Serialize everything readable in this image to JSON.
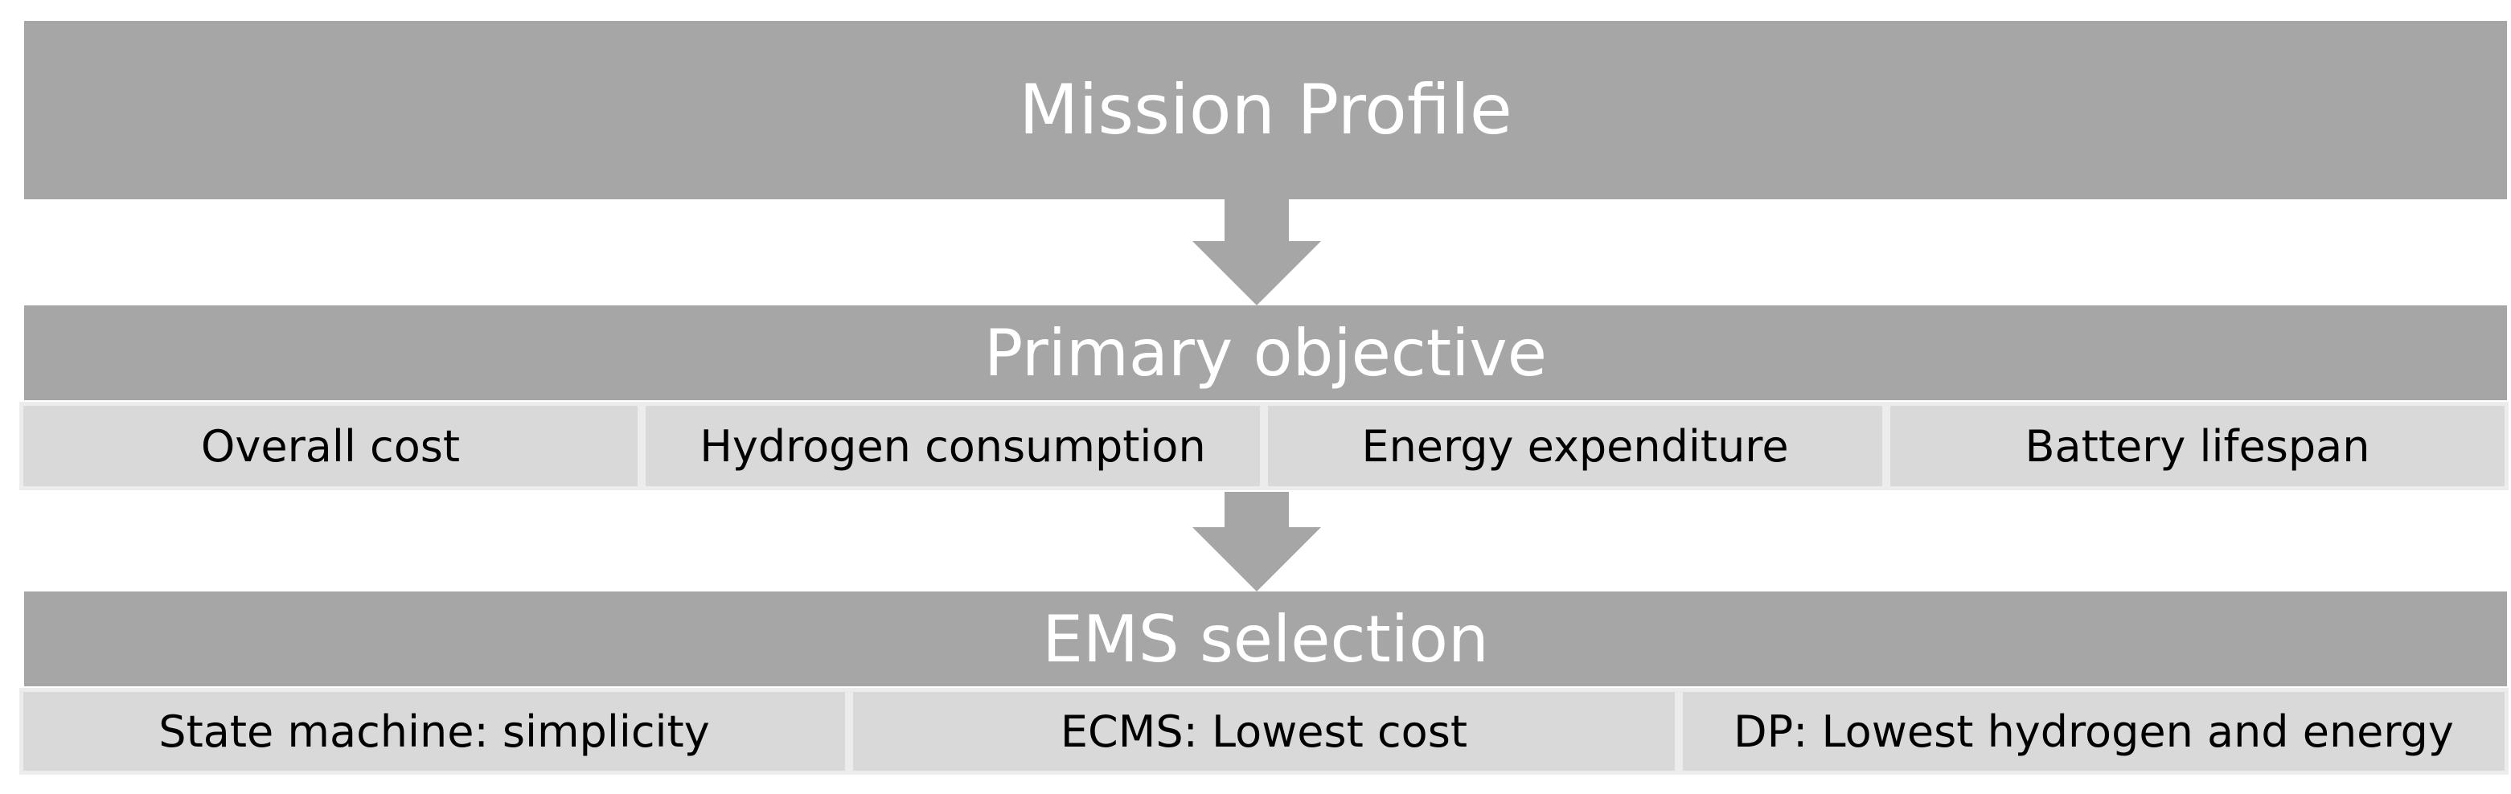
{
  "mission": {
    "title": "Mission Profile"
  },
  "primary_objective": {
    "title": "Primary objective",
    "items": [
      "Overall cost",
      "Hydrogen consumption",
      "Energy expenditure",
      "Battery lifespan"
    ]
  },
  "ems_selection": {
    "title": "EMS selection",
    "items": [
      "State machine: simplicity",
      "ECMS: Lowest cost",
      "DP: Lowest hydrogen and energy"
    ]
  },
  "colors": {
    "banner": "#a6a6a6",
    "cell": "#d9d9d9",
    "banner_text": "#ffffff",
    "cell_text": "#000000"
  }
}
